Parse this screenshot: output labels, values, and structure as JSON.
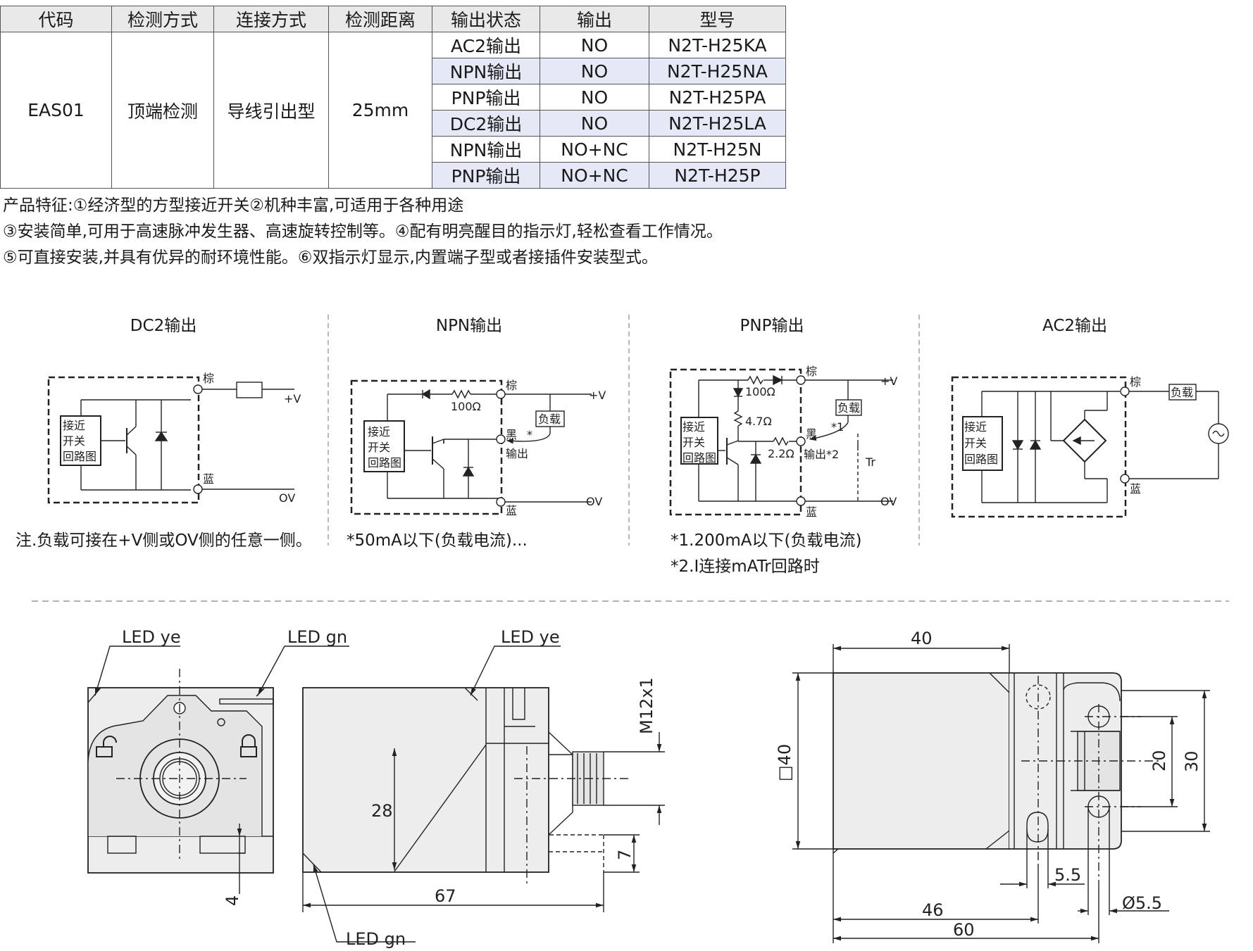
{
  "table": {
    "headers": [
      "代码",
      "检测方式",
      "连接方式",
      "检测距离",
      "输出状态",
      "输出",
      "型号"
    ],
    "code": "EAS01",
    "method": "顶端检测",
    "connection": "导线引出型",
    "distance": "25mm",
    "rows": [
      {
        "state": "AC2输出",
        "output": "NO",
        "model": "N2T-H25KA"
      },
      {
        "state": "NPN输出",
        "output": "NO",
        "model": "N2T-H25NA"
      },
      {
        "state": "PNP输出",
        "output": "NO",
        "model": "N2T-H25PA"
      },
      {
        "state": "DC2输出",
        "output": "NO",
        "model": "N2T-H25LA"
      },
      {
        "state": "NPN输出",
        "output": "NO+NC",
        "model": "N2T-H25N"
      },
      {
        "state": "PNP输出",
        "output": "NO+NC",
        "model": "N2T-H25P"
      }
    ],
    "shade_color": "#e5e8f5"
  },
  "features": [
    "产品特征:①经济型的方型接近开关②机种丰富,可适用于各种用途",
    "③安装简单,可用于高速脉冲发生器、高速旋转控制等。④配有明亮醒目的指示灯,轻松查看工作情况。",
    "⑤可直接安装,并具有优异的耐环境性能。⑥双指示灯显示,内置端子型或者接插件安装型式。"
  ],
  "circuits": {
    "dc2": {
      "title": "DC2输出",
      "box": [
        "接近",
        "开关",
        "回路图"
      ],
      "brown": "棕",
      "blue": "蓝",
      "pv": "+V",
      "ov": "OV",
      "note": "注.负载可接在+V侧或OV侧的任意一侧。"
    },
    "npn": {
      "title": "NPN输出",
      "box": [
        "接近",
        "开关",
        "回路图"
      ],
      "brown": "棕",
      "black": "黑",
      "out": "输出",
      "blue": "蓝",
      "pv": "+V",
      "ov": "OV",
      "r": "100Ω",
      "load": "负载",
      "star": "*",
      "note": "*50mA以下(负载电流)..."
    },
    "pnp": {
      "title": "PNP输出",
      "box": [
        "接近",
        "开关",
        "回路图"
      ],
      "brown": "棕",
      "black": "黑",
      "out": "输出*2",
      "blue": "蓝",
      "pv": "+V",
      "ov": "OV",
      "r1": "100Ω",
      "r2": "4.7Ω",
      "r3": "2.2Ω",
      "load": "负载",
      "star1": "*1",
      "tr": "Tr",
      "note1": "*1.200mA以下(负载电流)",
      "note2": "*2.I连接mATr回路时"
    },
    "ac2": {
      "title": "AC2输出",
      "box": [
        "接近",
        "开关",
        "回路图"
      ],
      "brown": "棕",
      "blue": "蓝",
      "load": "负载"
    }
  },
  "drawing": {
    "led_ye": "LED ye",
    "led_gn": "LED gn",
    "m12": "M12x1",
    "d28": "28",
    "d67": "67",
    "d7": "7",
    "d4": "4",
    "d40": "40",
    "sq40": "□40",
    "d20": "20",
    "d30": "30",
    "d55": "5.5",
    "d46": "46",
    "d60": "60",
    "phi55": "Ø5.5"
  }
}
